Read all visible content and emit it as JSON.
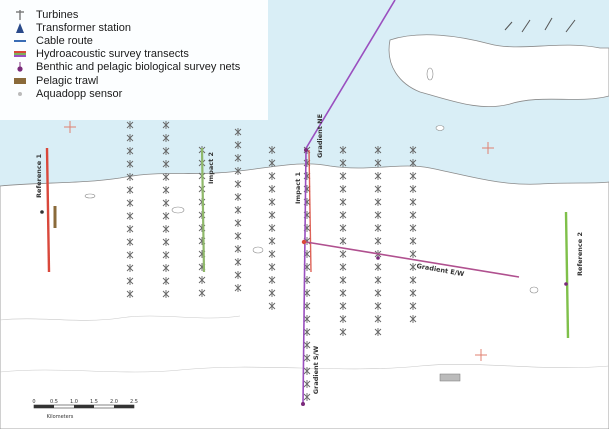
{
  "legend": {
    "items": [
      {
        "label": "Turbines",
        "icon": "turbine-icon",
        "color": "#666666"
      },
      {
        "label": "Transformer station",
        "icon": "transformer-icon",
        "color": "#2a4a8a"
      },
      {
        "label": "Cable route",
        "icon": "cable-route-icon",
        "color": "#3a6db5"
      },
      {
        "label": "Hydroacoustic survey transects",
        "icon": "hydroacoustic-icon",
        "color": "#7fae5b"
      },
      {
        "label": "Benthic and pelagic biological survey nets",
        "icon": "survey-net-icon",
        "color": "#7a2a7a"
      },
      {
        "label": "Pelagic trawl",
        "icon": "trawl-icon",
        "color": "#8a6a3a"
      },
      {
        "label": "Aquadopp sensor",
        "icon": "aquadopp-icon",
        "color": "#bbbbbb"
      }
    ]
  },
  "map_labels": {
    "reference1": "Reference 1",
    "impact2": "Impact 2",
    "impact1": "Impact 1",
    "gradient_ne": "Gradient NE",
    "gradient_sw": "Gradient S/W",
    "gradient_e": "Gradient E/W",
    "reference2": "Reference 2",
    "scale_label": "Kilometers",
    "scale_ticks": [
      "0",
      "0.5",
      "1.0",
      "1.5",
      "2.0",
      "2.5"
    ]
  },
  "colors": {
    "sea": "#d9eef6",
    "land": "#ffffff",
    "coast": "#8a8a8a",
    "reference1": "#d9483b",
    "reference2": "#7fc04a",
    "impact2_transect": "#8fb86a",
    "gradient": "#9a4fbf",
    "gradient_e": "#b0508f"
  }
}
